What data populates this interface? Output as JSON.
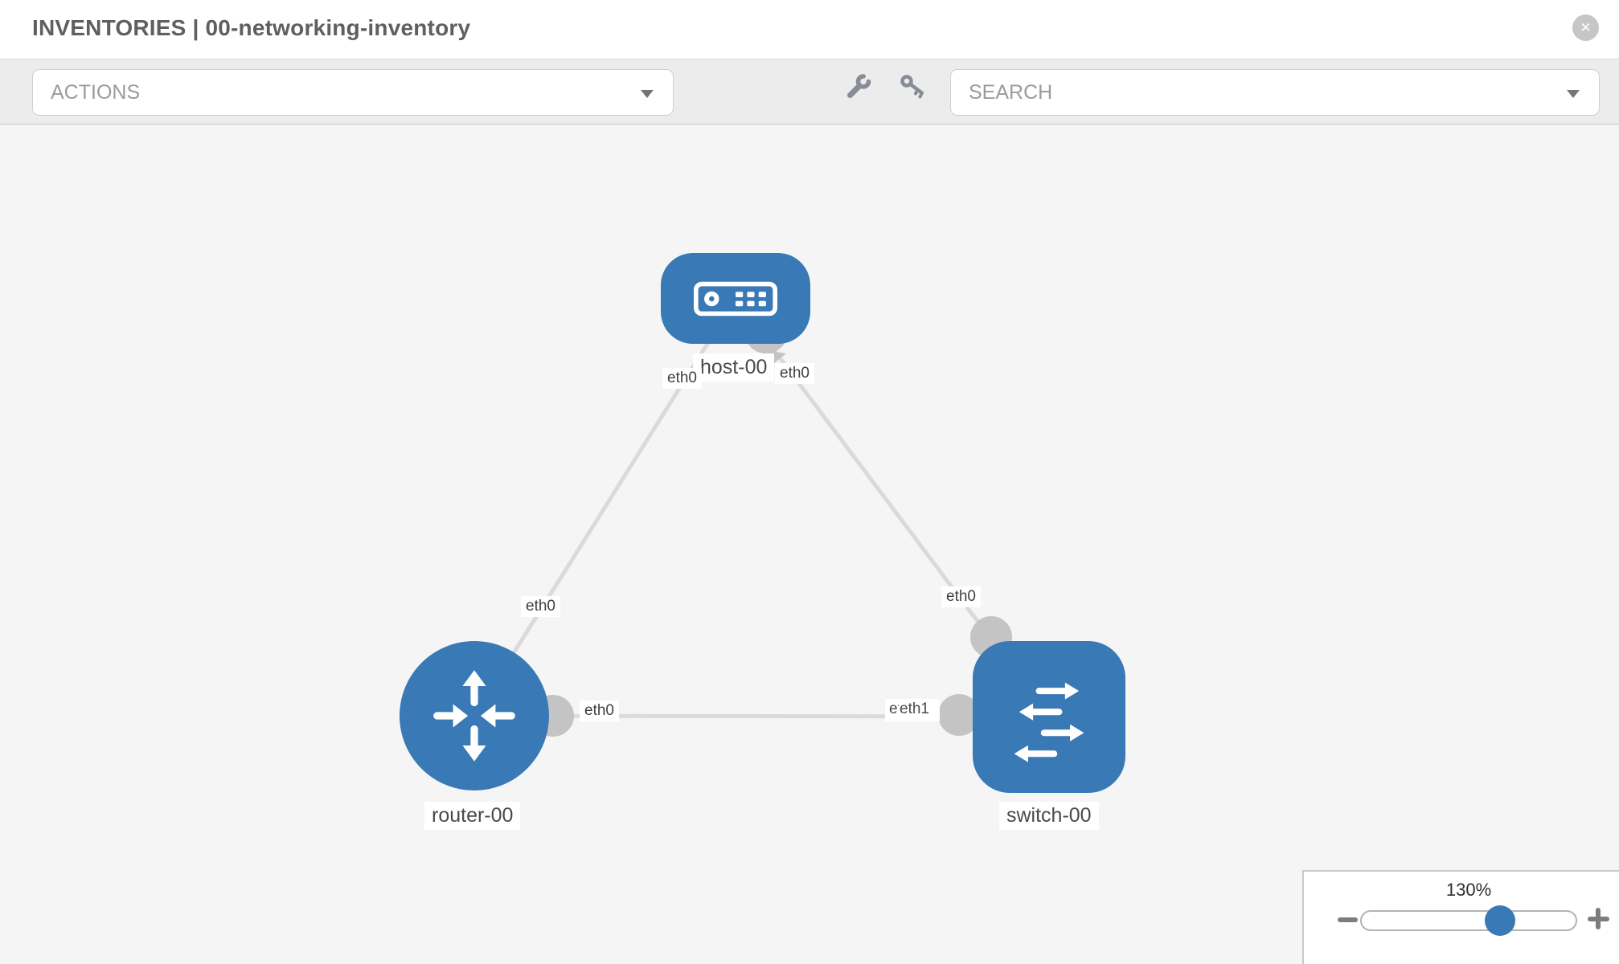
{
  "header": {
    "title": "INVENTORIES | 00-networking-inventory"
  },
  "toolbar": {
    "actions_label": "ACTIONS",
    "search_placeholder": "SEARCH"
  },
  "canvas": {
    "nodes": [
      {
        "id": "host-00",
        "type": "host",
        "label": "host-00"
      },
      {
        "id": "router-00",
        "type": "router",
        "label": "router-00"
      },
      {
        "id": "switch-00",
        "type": "switch",
        "label": "switch-00"
      }
    ],
    "links": [
      {
        "from": "host-00",
        "from_iface": "eth0",
        "to": "router-00",
        "to_iface": "eth0"
      },
      {
        "from": "host-00",
        "from_iface": "eth0",
        "to": "switch-00",
        "to_iface": "eth0"
      },
      {
        "from": "router-00",
        "from_iface": "eth0",
        "to": "switch-00",
        "to_iface": "eth1",
        "to_iface_overlapped": "eth0"
      }
    ]
  },
  "zoom_control": {
    "percent_label": "130%"
  },
  "icons": {
    "close": "✕",
    "wrench-icon": "svg-wrench",
    "key-icon": "svg-key",
    "caret-down-icon": "css-triangle",
    "zoom-out-icon": "css-minus-bar",
    "zoom-in-icon": "css-plus-bars",
    "host-icon": "svg-server",
    "router-icon": "svg-four-arrows",
    "switch-icon": "svg-crossing-arrows"
  },
  "colors": {
    "node_blue": "#3879b6",
    "link_gray": "#dadada",
    "connector_gray": "#c4c4c4",
    "toolbar_bg": "#ececec",
    "canvas_bg": "#f5f5f5"
  }
}
